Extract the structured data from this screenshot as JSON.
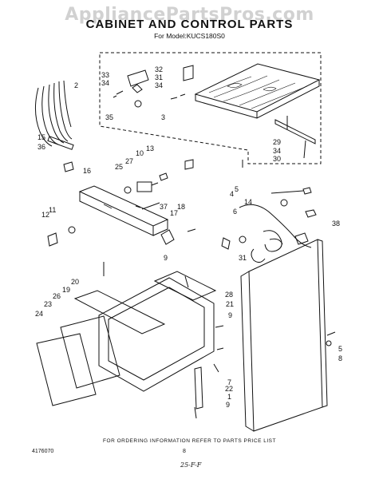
{
  "watermark": "AppliancePartsPros.com",
  "title": "CABINET AND CONTROL PARTS",
  "subtitle": "For Model:KUCS180S0",
  "callouts": [
    "2",
    "3",
    "4",
    "5",
    "5",
    "6",
    "7",
    "8",
    "9",
    "9",
    "9",
    "10",
    "11",
    "12",
    "13",
    "14",
    "15",
    "16",
    "17",
    "18",
    "19",
    "20",
    "21",
    "22",
    "23",
    "24",
    "25",
    "26",
    "27",
    "28",
    "29",
    "30",
    "31",
    "31",
    "32",
    "33",
    "34",
    "34",
    "34",
    "35",
    "36",
    "37",
    "38",
    "1"
  ],
  "footer_note": "FOR ORDERING INFORMATION REFER TO PARTS PRICE LIST",
  "document_number": "4176070",
  "page_number": "8",
  "handwritten_note": "25-F-F"
}
